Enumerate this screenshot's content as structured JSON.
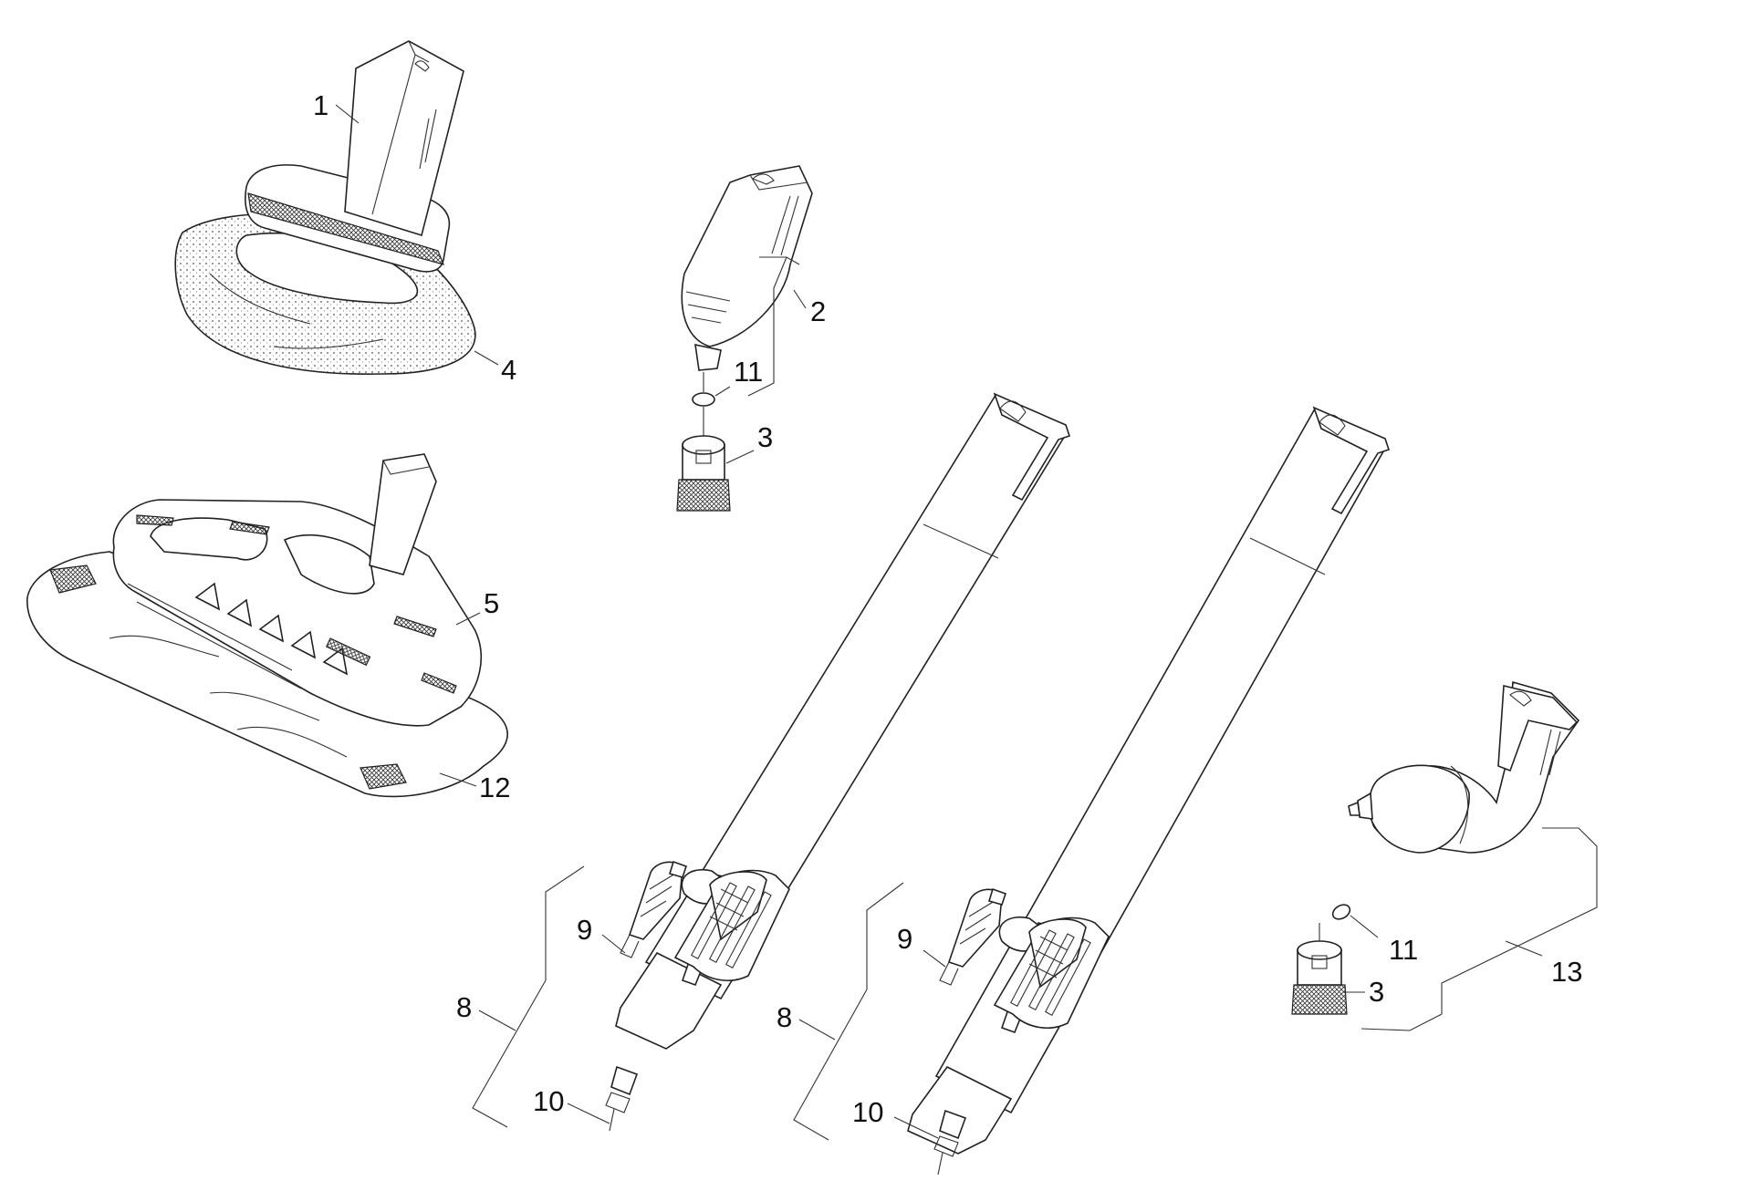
{
  "callouts": {
    "c1": "1",
    "c2": "2",
    "c3a": "3",
    "c3b": "3",
    "c4": "4",
    "c5": "5",
    "c8a": "8",
    "c8b": "8",
    "c9a": "9",
    "c9b": "9",
    "c10a": "10",
    "c10b": "10",
    "c11a": "11",
    "c11b": "11",
    "c12": "12",
    "c13": "13"
  },
  "colors": {
    "line": "#222222",
    "background": "#ffffff"
  }
}
